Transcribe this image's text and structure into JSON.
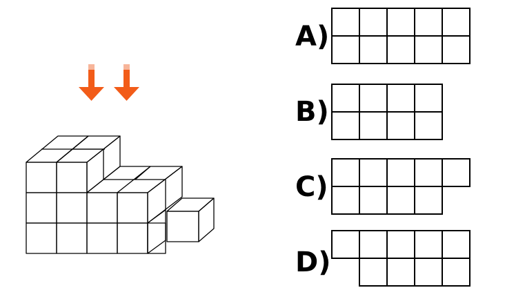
{
  "question": {
    "arrows": [
      {
        "name": "view-arrow-left"
      },
      {
        "name": "view-arrow-right"
      }
    ],
    "arrow_color": "#F25C19",
    "arrow_tail_color": "#F7B59A",
    "line_color": "#000000"
  },
  "options": [
    {
      "label": "A)",
      "cells": [
        [
          1,
          1,
          1,
          1,
          1
        ],
        [
          1,
          1,
          1,
          1,
          1
        ]
      ]
    },
    {
      "label": "B)",
      "cells": [
        [
          1,
          1,
          1,
          1
        ],
        [
          1,
          1,
          1,
          1
        ]
      ]
    },
    {
      "label": "C)",
      "cells": [
        [
          1,
          1,
          1,
          1,
          1
        ],
        [
          1,
          1,
          1,
          1,
          0
        ]
      ]
    },
    {
      "label": "D)",
      "cells": [
        [
          1,
          1,
          1,
          1,
          1
        ],
        [
          0,
          1,
          1,
          1,
          1
        ]
      ]
    }
  ]
}
